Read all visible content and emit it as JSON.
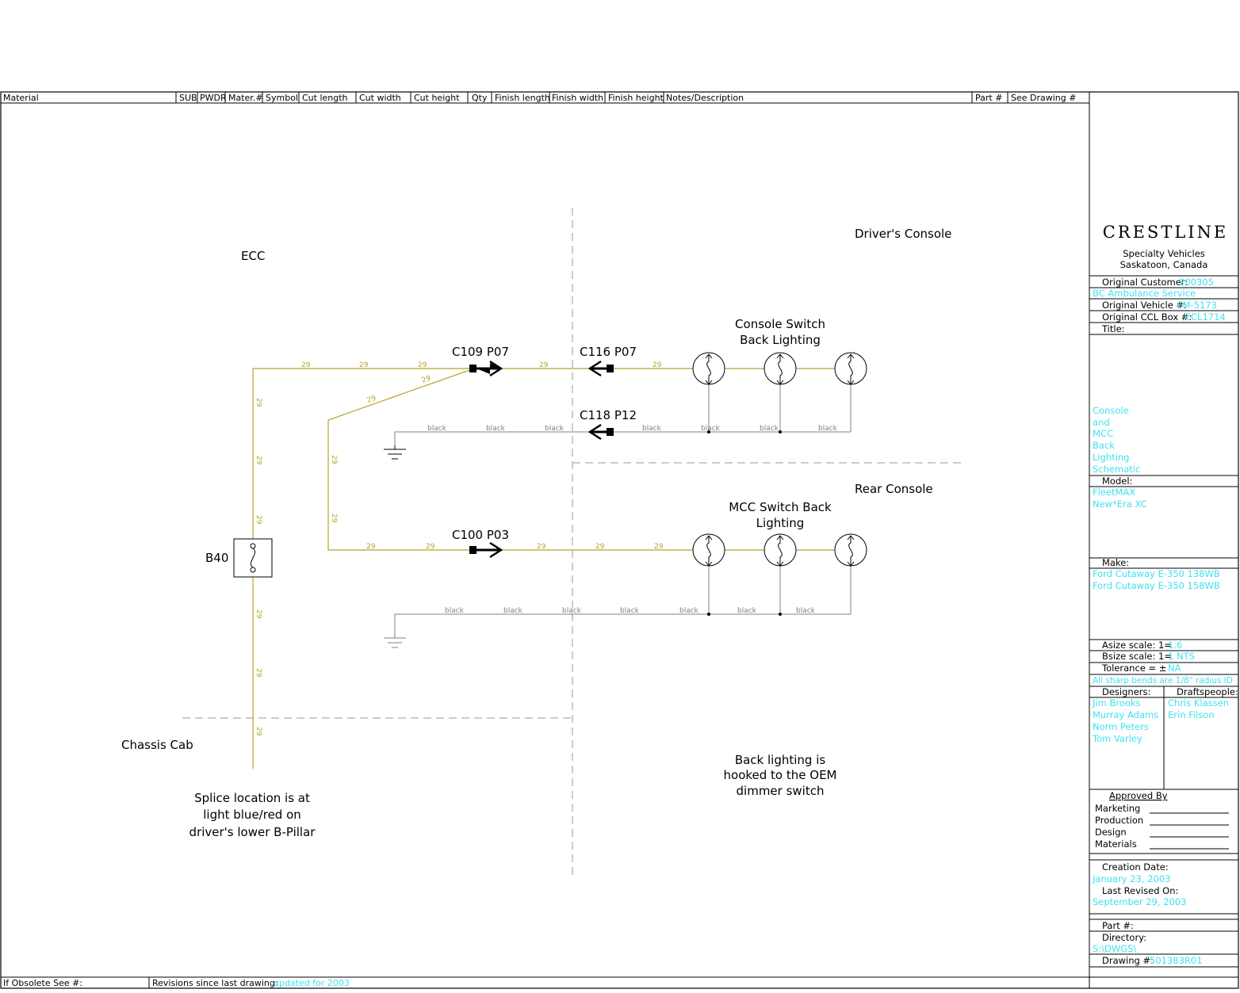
{
  "header": {
    "columns": [
      "Material",
      "SUB",
      "PWDR",
      "Mater.#",
      "Symbol",
      "Cut length",
      "Cut width",
      "Cut height",
      "Qty",
      "Finish length",
      "Finish width",
      "Finish height",
      "Notes/Description",
      "Part #",
      "See Drawing #"
    ]
  },
  "footer": {
    "obsolete_label": "If Obsolete See #:",
    "revisions_label": "Revisions since last drawing:",
    "revisions_value": "updated for 2003"
  },
  "zones": {
    "ecc": "ECC",
    "drivers_console": "Driver's Console",
    "rear_console": "Rear Console",
    "chassis_cab": "Chassis Cab"
  },
  "components": {
    "console_switch_line1": "Console Switch",
    "console_switch_line2": "Back Lighting",
    "mcc_switch_line1": "MCC Switch Back",
    "mcc_switch_line2": "Lighting",
    "fuse": "B40",
    "c109": "C109 P07",
    "c116": "C116 P07",
    "c118": "C118 P12",
    "c100": "C100 P03"
  },
  "wires": {
    "circuit": "29",
    "ground": "black"
  },
  "notes": {
    "splice_1": "Splice location is at",
    "splice_2": "light blue/red on",
    "splice_3": "driver's lower B-Pillar",
    "back_1": "Back lighting is",
    "back_2": "hooked to the OEM",
    "back_3": "dimmer switch"
  },
  "title_block": {
    "company": "CRESTLINE",
    "sub1": "Specialty Vehicles",
    "sub2": "Saskatoon, Canada",
    "original_customer_label": "Original Customer:",
    "original_customer_value": "200305",
    "customer_name": "BC Ambulance Service",
    "vehicle_label": "Original Vehicle #:",
    "vehicle_value": "FM-5173",
    "ccl_label": "Original CCL Box #:",
    "ccl_value": "CCL1714",
    "title_label": "Title:",
    "title_lines": [
      "Console",
      "and",
      "MCC",
      "Back",
      "Lighting",
      "Schematic"
    ],
    "model_label": "Model:",
    "model_lines": [
      "FleetMAX",
      "New*Era XC"
    ],
    "make_label": "Make:",
    "make_lines": [
      "Ford Cutaway E-350 138WB",
      "Ford Cutaway E-350 158WB"
    ],
    "asize_label": "Asize scale: 1=",
    "asize_value": "1.6",
    "bsize_label": "Bsize scale: 1=",
    "bsize_value": "1  NTS",
    "tolerance_label": "Tolerance = ±",
    "tolerance_value": "NA",
    "bends_note": "All sharp bends are 1/8\" radius ID",
    "designers_label": "Designers:",
    "designers": [
      "Jim Brooks",
      "Murray Adams",
      "Norm Peters",
      "Tom Varley"
    ],
    "draftspeople_label": "Draftspeople:",
    "draftspeople": [
      "Chris Klassen",
      "Erin Filson"
    ],
    "approved_by": "Approved By",
    "approvals": [
      "Marketing",
      "Production",
      "Design",
      "Materials"
    ],
    "creation_label": "Creation Date:",
    "creation_value": "January 23, 2003",
    "revised_label": "Last Revised On:",
    "revised_value": "September 29, 2003",
    "part_label": "Part #:",
    "directory_label": "Directory:",
    "directory_value": "S:\\DWGS\\",
    "drawing_label": "Drawing #:",
    "drawing_value": "501383R01"
  },
  "colors": {
    "wire29": "#b5a52a",
    "ground": "#808080",
    "cyan": "#40e0f0",
    "border": "#000000"
  }
}
